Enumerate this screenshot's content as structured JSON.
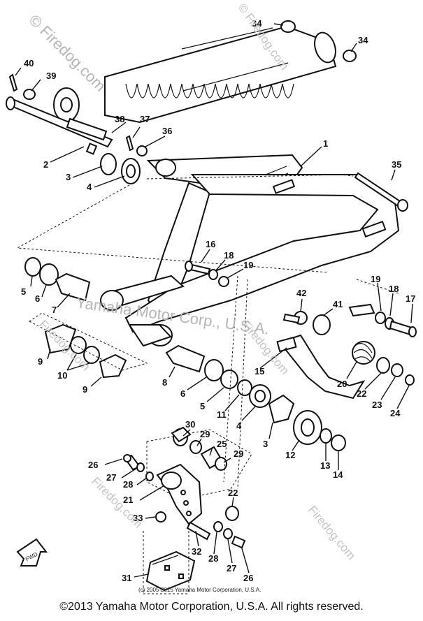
{
  "watermarks": {
    "site": "© Firedog.com",
    "site_short": "Firedog.com",
    "center": "Yamaha Motor Corp., U.S.A."
  },
  "small_copyright": "(c) 2005-2015 Yamaha Motor Corporation, U.S.A.",
  "fwd_label": "FWD",
  "part_numbers": [
    "1",
    "2",
    "3",
    "4",
    "5",
    "6",
    "7",
    "8",
    "9",
    "10",
    "11",
    "12",
    "13",
    "14",
    "15",
    "16",
    "17",
    "18",
    "19",
    "20",
    "21",
    "22",
    "23",
    "24",
    "25",
    "26",
    "27",
    "28",
    "29",
    "30",
    "31",
    "32",
    "33",
    "34",
    "35",
    "36",
    "37",
    "38",
    "39",
    "40",
    "41",
    "42"
  ],
  "callouts": {
    "n1": "1",
    "n2": "2",
    "n3a": "3",
    "n3b": "3",
    "n4a": "4",
    "n4b": "4",
    "n5a": "5",
    "n5b": "5",
    "n6a": "6",
    "n6b": "6",
    "n7": "7",
    "n8": "8",
    "n9a": "9",
    "n9b": "9",
    "n10": "10",
    "n11": "11",
    "n12": "12",
    "n13": "13",
    "n14": "14",
    "n15": "15",
    "n16": "16",
    "n17": "17",
    "n18a": "18",
    "n18b": "18",
    "n19a": "19",
    "n19b": "19",
    "n20": "20",
    "n21": "21",
    "n22a": "22",
    "n22b": "22",
    "n23": "23",
    "n24": "24",
    "n25": "25",
    "n26a": "26",
    "n26b": "26",
    "n27a": "27",
    "n27b": "27",
    "n28a": "28",
    "n28b": "28",
    "n29a": "29",
    "n29b": "29",
    "n30": "30",
    "n31": "31",
    "n32": "32",
    "n33": "33",
    "n34a": "34",
    "n34b": "34",
    "n35": "35",
    "n36": "36",
    "n37": "37",
    "n38": "38",
    "n39": "39",
    "n40": "40",
    "n41": "41",
    "n42": "42"
  },
  "copyright": "©2013 Yamaha Motor Corporation, U.S.A. All rights reserved."
}
